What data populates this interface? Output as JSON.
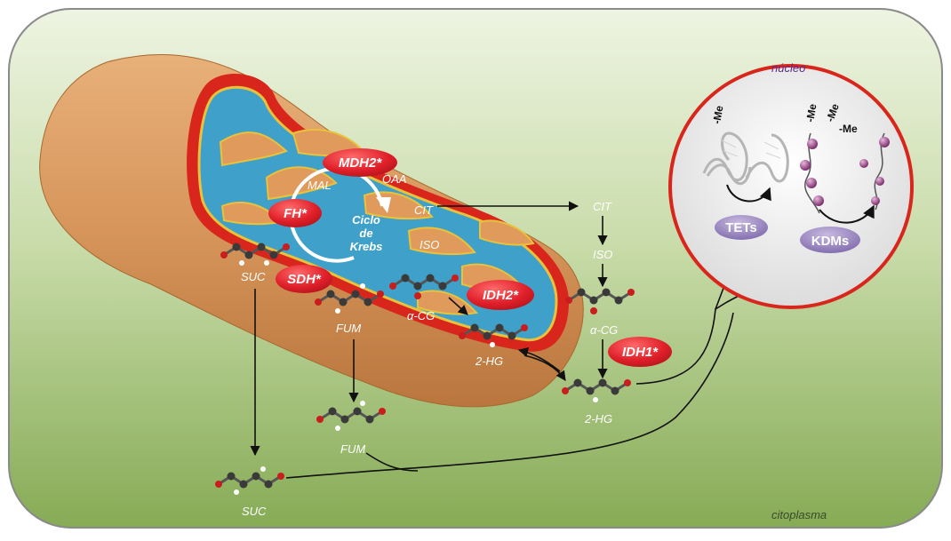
{
  "regions": {
    "mitocondria": "mitocondria",
    "nucleo": "núcleo",
    "citoplasma": "citoplasma"
  },
  "cycle": {
    "line1": "Ciclo",
    "line2": "de",
    "line3": "Krebs"
  },
  "enzymes": {
    "mdh2": "MDH2*",
    "fh": "FH*",
    "sdh": "SDH*",
    "idh2": "IDH2*",
    "idh1": "IDH1*",
    "tets": "TETs",
    "kdms": "KDMs"
  },
  "metabolites": {
    "mal": "MAL",
    "oaa": "OAA",
    "cit_in": "CIT",
    "iso_in": "ISO",
    "acg_in": "α-CG",
    "hg_in": "2-HG",
    "suc_in": "SUC",
    "fum_in": "FUM",
    "cit_out": "CIT",
    "iso_out": "ISO",
    "acg_out": "α-CG",
    "hg_out": "2-HG",
    "fum_out": "FUM",
    "suc_out": "SUC"
  },
  "methyl": {
    "me1": "-Me",
    "me2": "-Me",
    "me3": "-Me",
    "me4": "-Me"
  },
  "colors": {
    "background_top": "#e6efd6",
    "background_bottom": "#8fb35e",
    "mito_outer": "#d79a5a",
    "mito_rim": "#d9261c",
    "matrix": "#3fa0c9",
    "cristae_edge": "#e8c23a",
    "enzyme": "#e0202a",
    "nucleus_ring": "#d9261c",
    "nucleus_fill": "#f2f2f2",
    "dna": "#b8b8b8",
    "nucleosome": "#8a3a7a",
    "tets_kdms": "#8e7ab8"
  }
}
